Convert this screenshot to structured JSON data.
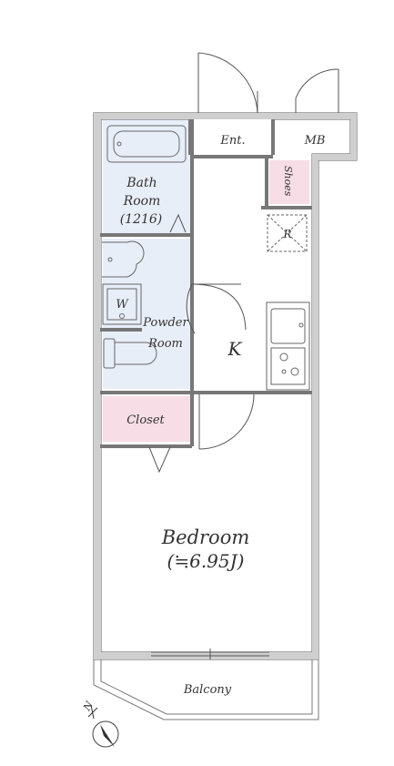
{
  "rooms": {
    "entrance": "Ent.",
    "meter_box": "MB",
    "shoes": "Shoes",
    "bath_line1": "Bath",
    "bath_line2": "Room",
    "bath_size": "(1216)",
    "powder_line1": "Powder",
    "powder_line2": "Room",
    "washer_mark": "W",
    "fridge_mark": "R",
    "kitchen": "K",
    "closet": "Closet",
    "bedroom": "Bedroom",
    "bedroom_size": "(≒6.95J)",
    "balcony": "Balcony",
    "north": "N"
  },
  "colors": {
    "wall": "#8a8a8a",
    "bath_fill": "#e8eef8",
    "closet_fill": "#f6dde6",
    "line": "#555555"
  }
}
